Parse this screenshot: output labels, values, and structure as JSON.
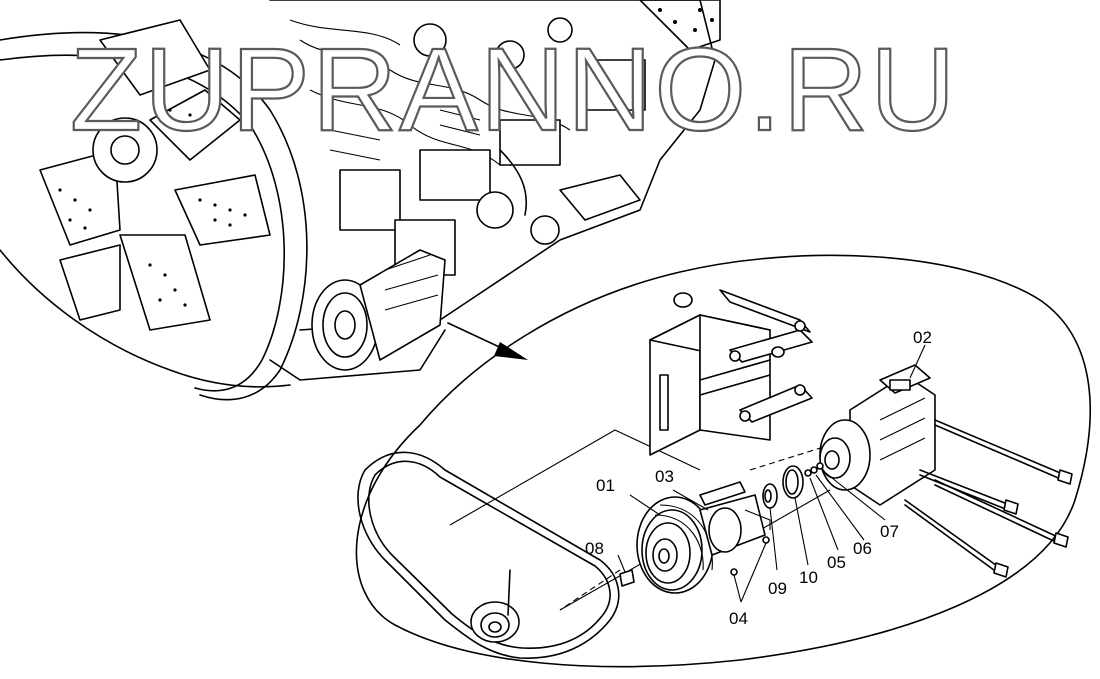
{
  "watermark": "ZUPRANNO.RU",
  "callouts": {
    "c01": "01",
    "c02": "02",
    "c03": "03",
    "c04": "04",
    "c05": "05",
    "c06": "06",
    "c07": "07",
    "c08": "08",
    "c09": "09",
    "c10": "10"
  }
}
